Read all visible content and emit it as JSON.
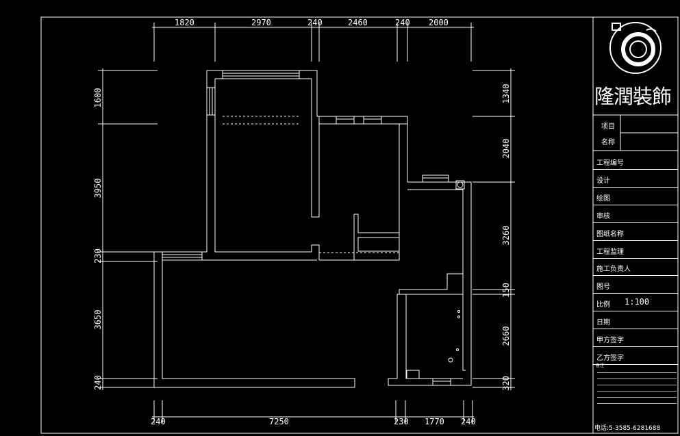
{
  "dimensions": {
    "top": [
      "1820",
      "2970",
      "240",
      "2460",
      "240",
      "2000"
    ],
    "bottom": [
      "240",
      "7250",
      "230",
      "1770",
      "240"
    ],
    "left": [
      "1600",
      "3950",
      "230",
      "3650",
      "240"
    ],
    "right": [
      "1340",
      "2040",
      "3260",
      "150",
      "2660",
      "320"
    ]
  },
  "title_block": {
    "logo_text": "隆潤裝飾",
    "project_label_line1": "项目",
    "project_label_line2": "名称",
    "rows": [
      {
        "label": "工程编号",
        "value": ""
      },
      {
        "label": "设计",
        "value": ""
      },
      {
        "label": "绘图",
        "value": ""
      },
      {
        "label": "审核",
        "value": ""
      },
      {
        "label": "图纸名称",
        "value": ""
      },
      {
        "label": "工程监理",
        "value": ""
      },
      {
        "label": "施工负责人",
        "value": ""
      },
      {
        "label": "图号",
        "value": ""
      },
      {
        "label": "比例",
        "value": "1:100"
      },
      {
        "label": "日期",
        "value": ""
      },
      {
        "label": "甲方签字",
        "value": ""
      },
      {
        "label": "乙方签字",
        "value": ""
      }
    ],
    "notes_label": "备注",
    "phone": "电话:5-3585-6281688"
  },
  "colors": {
    "background": "#000000",
    "lines": "#ffffff"
  }
}
